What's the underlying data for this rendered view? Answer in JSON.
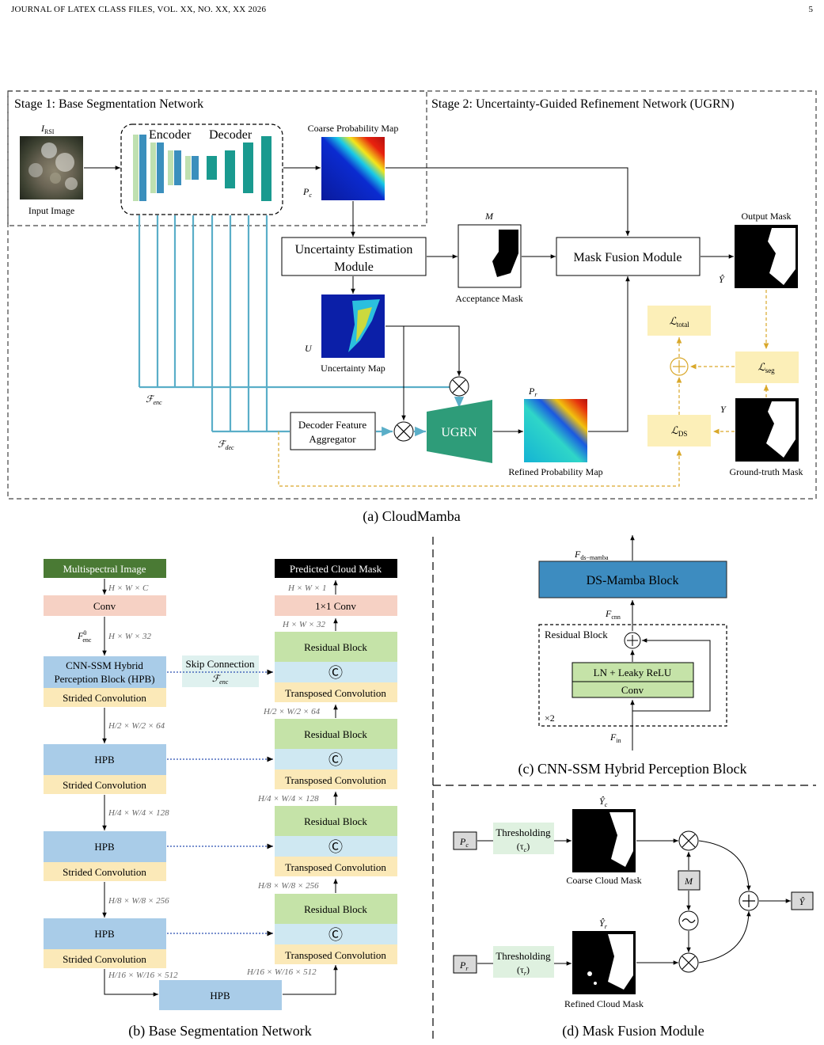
{
  "header": {
    "journal": "JOURNAL OF LATEX CLASS FILES, VOL. XX, NO. XX, XX 2026",
    "page": "5"
  },
  "colors": {
    "stage_border": "#444444",
    "skip_blue": "#5aaec8",
    "dashed_gold": "#d9a82b",
    "loss_fill": "#fcefb8",
    "ugrn_green": "#2e9c79",
    "hpb_blue": "#a9cce8",
    "conv_orange": "#f6d1c4",
    "strided_yellow": "#fbe9b8",
    "residual_green": "#c5e3a8",
    "concat_blue": "#cfe8f2",
    "multispectral_green": "#4a7a34",
    "dsmamba_blue": "#3d8cc0"
  },
  "fig_a": {
    "stage1_title": "Stage 1: Base Segmentation Network",
    "stage2_title": "Stage 2: Uncertainty-Guided Refinement Network (UGRN)",
    "input_symbol": "I",
    "input_sub": "RSI",
    "input_label": "Input Image",
    "encoder_label": "Encoder",
    "decoder_label": "Decoder",
    "coarse_map_label": "Coarse Probability Map",
    "pc_symbol": "P",
    "pc_sub": "c",
    "uem_line1": "Uncertainty Estimation",
    "uem_line2": "Module",
    "m_symbol": "M",
    "acceptance_label": "Acceptance Mask",
    "mfm_label": "Mask Fusion Module",
    "output_label": "Output Mask",
    "yhat_symbol": "Ŷ",
    "u_symbol": "U",
    "uncertainty_label": "Uncertainty Map",
    "f_enc": "ℱ",
    "f_enc_sub": "enc",
    "f_dec": "ℱ",
    "f_dec_sub": "dec",
    "dfa_line1": "Decoder Feature",
    "dfa_line2": "Aggregator",
    "ugrn_label": "UGRN",
    "pr_symbol": "P",
    "pr_sub": "r",
    "refined_label": "Refined Probability Map",
    "l_total": "ℒ",
    "l_total_sub": "total",
    "l_seg": "ℒ",
    "l_seg_sub": "seg",
    "l_ds": "ℒ",
    "l_ds_sub": "DS",
    "y_symbol": "Y",
    "gt_label": "Ground-truth Mask",
    "caption": "(a) CloudMamba"
  },
  "fig_b": {
    "multispectral": "Multispectral Image",
    "dim_in": "H × W × C",
    "conv": "Conv",
    "f0_symbol": "F",
    "f0_sup": "0",
    "f0_sub": "enc",
    "dim_32": "H × W × 32",
    "hpb_line1": "CNN-SSM Hybrid",
    "hpb_line2": "Perception Block (HPB)",
    "strided": "Strided Convolution",
    "skip_line1": "Skip Connection",
    "skip_f": "ℱ",
    "skip_sub": "enc",
    "dim_64": "H/2 × W/2 × 64",
    "hpb": "HPB",
    "dim_128": "H/4 × W/4 × 128",
    "dim_256": "H/8 × W/8 × 256",
    "dim_512": "H/16 × W/16 × 512",
    "predicted": "Predicted Cloud Mask",
    "dim_out": "H × W × 1",
    "conv1x1": "1×1 Conv",
    "dim_dec32": "H × W × 32",
    "residual": "Residual Block",
    "concat": "Ⓒ",
    "transposed": "Transposed Convolution",
    "caption": "(b) Base Segmentation Network"
  },
  "fig_c": {
    "f_dsmamba": "F",
    "f_dsmamba_sub": "ds−mamba",
    "dsmamba": "DS-Mamba Block",
    "f_cnn": "F",
    "f_cnn_sub": "cnn",
    "residual_title": "Residual Block",
    "ln": "LN + Leaky ReLU",
    "conv": "Conv",
    "x2": "×2",
    "f_in": "F",
    "f_in_sub": "in",
    "caption": "(c) CNN-SSM Hybrid Perception Block"
  },
  "fig_d": {
    "pc": "P",
    "pc_sub": "c",
    "pr": "P",
    "pr_sub": "r",
    "thresholding": "Thresholding",
    "tau_c": "(τ",
    "tau_c_sub": "c",
    "tau_r": "(τ",
    "tau_r_sub": "r",
    "yc_symbol": "Ŷ",
    "yc_sub": "c",
    "yr_symbol": "Ŷ",
    "yr_sub": "r",
    "coarse_mask": "Coarse Cloud Mask",
    "refined_mask": "Refined Cloud Mask",
    "m": "M",
    "yhat": "Ŷ",
    "caption": "(d) Mask Fusion Module"
  }
}
